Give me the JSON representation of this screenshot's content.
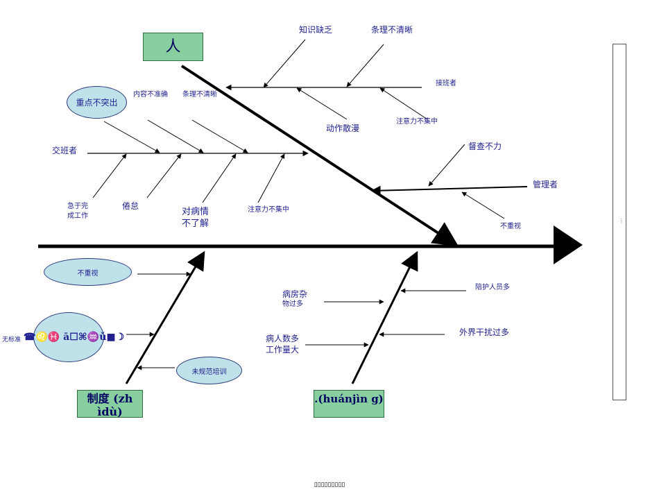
{
  "categories": {
    "people": "人",
    "system": "制度 (zh ìdù)",
    "environment": ".(huánjìn g)"
  },
  "people_branch": {
    "receiver": "接班者",
    "knowledge_lack": "知识缺乏",
    "unclear_logic_top": "条理不清晰",
    "slow_action": "动作散漫",
    "distracted_top": "注意力不集中",
    "handover": "交班者",
    "no_focus": "重点不突出",
    "inaccurate_content": "内容不准确",
    "unclear_logic_mid": "条理不清晰",
    "rush_line1": "急于完",
    "rush_line2": "成工作",
    "fatigue": "倦怠",
    "unfamiliar_line1": "对病情",
    "unfamiliar_line2": "不了解",
    "distracted_mid": "注意力不集中",
    "supervision_lack": "督查不力",
    "manager": "管理者",
    "not_valued_right": "不重视"
  },
  "system_branch": {
    "not_valued": "不重视",
    "no_standard_prefix": "无标准",
    "no_standard_symbols": "☎♌♓ ā☐⌘♒ǔ■☽",
    "untrained": "未规范培训"
  },
  "environment_branch": {
    "cluttered_line1": "病房杂",
    "cluttered_line2": "物过多",
    "companions": "陪护人员多",
    "workload_line1": "病人数多",
    "workload_line2": "工作量大",
    "interference": "外界干扰过多"
  },
  "footer": "▯▯▯▯▯▯▯▯▯",
  "sidebar_mark": "⋮"
}
